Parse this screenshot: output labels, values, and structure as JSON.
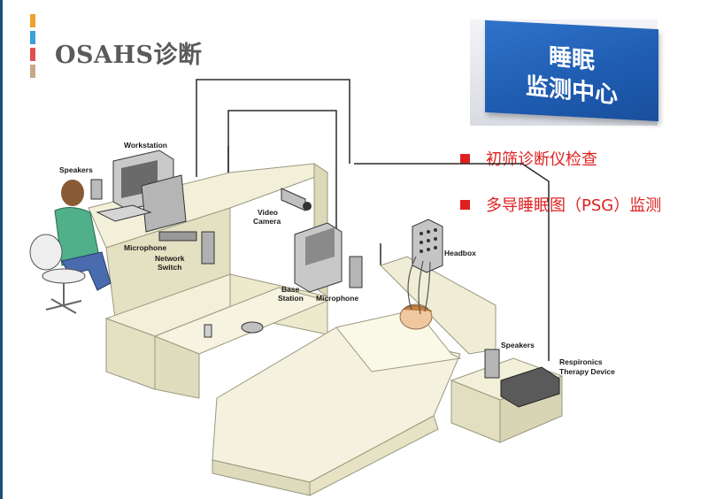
{
  "slide": {
    "title": "OSAHS诊断",
    "accent_colors": [
      "#f0a030",
      "#3aa0d8",
      "#e05050",
      "#c8a888"
    ],
    "text_color": "#5a5a5a",
    "bullet_color": "#e02020"
  },
  "sign": {
    "line1": "睡眠",
    "line2": "监测中心",
    "board_color": "#2a6cc0"
  },
  "bullets": [
    {
      "text": "初筛诊断仪检查"
    },
    {
      "text": "多导睡眠图（PSG）监测"
    }
  ],
  "diagram_labels": {
    "workstation": "Workstation",
    "speakers_left": "Speakers",
    "microphone_left": "Microphone",
    "network_switch_line1": "Network",
    "network_switch_line2": "Switch",
    "video_camera_line1": "Video",
    "video_camera_line2": "Camera",
    "base_station_line1": "Base",
    "base_station_line2": "Station",
    "microphone_right": "Microphone",
    "headbox": "Headbox",
    "speakers_right": "Speakers",
    "respironics_line1": "Respironics",
    "respironics_line2": "Therapy Device"
  }
}
